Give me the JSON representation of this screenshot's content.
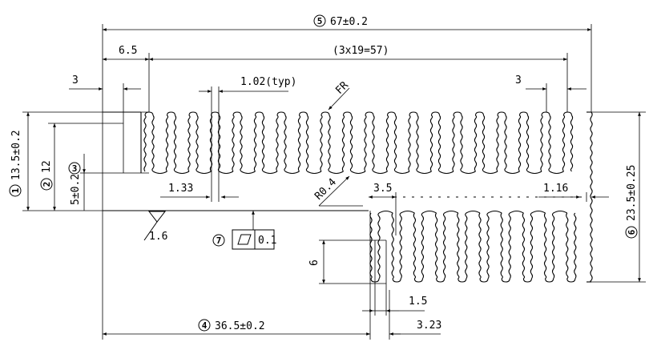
{
  "drawing": {
    "overall_width": {
      "label": "67±0.2",
      "callout": "5"
    },
    "overall_height": {
      "label": "23.5±0.25",
      "callout": "6"
    },
    "left_block_height": {
      "label": "13.5±0.2",
      "callout": "1"
    },
    "inner_height": {
      "label": "12",
      "callout": "2"
    },
    "base_thickness": {
      "label": "5±0.2",
      "callout": "3"
    },
    "split_length": {
      "label": "36.5±0.2",
      "callout": "4"
    },
    "fin_run": {
      "label": "(3x19=57)"
    },
    "left_offset": {
      "label": "6.5"
    },
    "edge_gap_left": {
      "label": "3"
    },
    "edge_gap_right": {
      "label": "3"
    },
    "fin_thickness": {
      "label": "1.02(typ)"
    },
    "fin_root_radius": {
      "label": "FR"
    },
    "root_radius": {
      "label": "R0.4"
    },
    "fin_gap_top": {
      "label": "1.33"
    },
    "fin_gap_bottom": {
      "label": "1.16"
    },
    "fin_pitch_bottom": {
      "label": "3.5"
    },
    "detail_depth": {
      "label": "6"
    },
    "detail_width": {
      "label": "1.5"
    },
    "detail_pitch": {
      "label": "3.23"
    },
    "surface_finish": {
      "label": "1.6"
    },
    "flatness": {
      "callout": "7",
      "value": "0.1"
    }
  }
}
